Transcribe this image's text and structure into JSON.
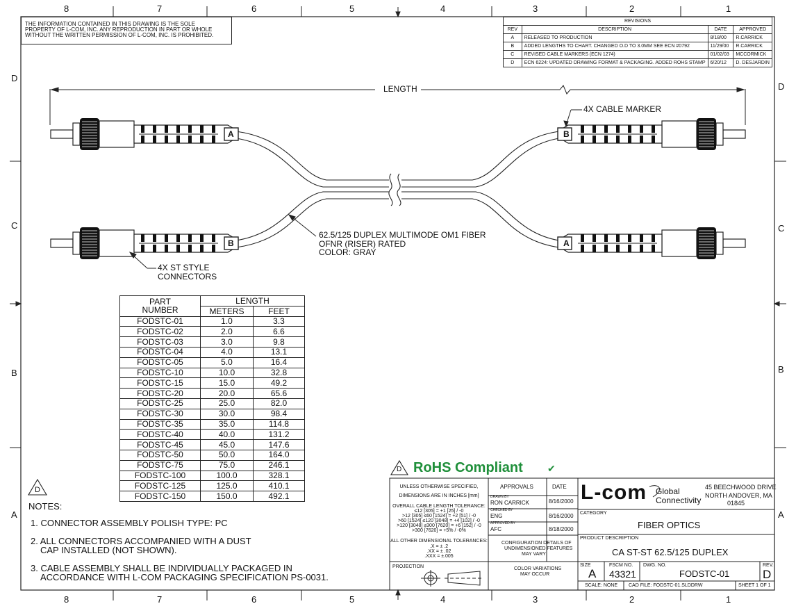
{
  "border": {
    "zones_top": [
      "8",
      "7",
      "6",
      "5",
      "4",
      "3",
      "2",
      "1"
    ],
    "zones_bottom": [
      "8",
      "7",
      "6",
      "5",
      "4",
      "3",
      "2",
      "1"
    ],
    "zones_left": [
      "D",
      "C",
      "B",
      "A"
    ],
    "zones_right": [
      "D",
      "C",
      "B",
      "A"
    ]
  },
  "proprietary_notice": [
    "THE INFORMATION CONTAINED IN THIS DRAWING IS THE SOLE",
    "PROPERTY OF L-COM, INC.  ANY REPRODUCTION IN PART OR WHOLE",
    "WITHOUT THE WRITTEN PERMISSION OF L-COM, INC. IS PROHIBITED."
  ],
  "revisions": {
    "title": "REVISIONS",
    "headers": [
      "REV",
      "DESCRIPTION",
      "DATE",
      "APPROVED"
    ],
    "rows": [
      {
        "rev": "A",
        "description": "RELEASED TO PRODUCTION",
        "date": "8/18/00",
        "approved": "R.CARRICK"
      },
      {
        "rev": "B",
        "description": "ADDED LENGTHS TO CHART.  CHANGED O.D TO 3.0MM SEE ECN #0792",
        "date": "11/29/00",
        "approved": "R.CARRICK"
      },
      {
        "rev": "C",
        "description": "REVISED CABLE MARKERS (ECN 1274)",
        "date": "01/02/03",
        "approved": "MCCORMICK"
      },
      {
        "rev": "D",
        "description": "ECN 6224: UPDATED DRAWING FORMAT & PACKAGING. ADDED ROHS STAMP",
        "date": "6/20/12",
        "approved": "D. DESJARDIN"
      }
    ]
  },
  "drawing": {
    "length_label": "LENGTH",
    "cable_marker_label": "4X CABLE MARKER",
    "marker_a": "A",
    "marker_b": "B",
    "fiber_note": [
      "62.5/125 DUPLEX MULTIMODE OM1 FIBER",
      "OFNR (RISER) RATED",
      "COLOR: GRAY"
    ],
    "connector_note": [
      "4X ST STYLE",
      "CONNECTORS"
    ]
  },
  "length_table": {
    "part_header": [
      "PART",
      "NUMBER"
    ],
    "length_header": "LENGTH",
    "meters_header": "METERS",
    "feet_header": "FEET",
    "rows": [
      [
        "FODSTC-01",
        "1.0",
        "3.3"
      ],
      [
        "FODSTC-02",
        "2.0",
        "6.6"
      ],
      [
        "FODSTC-03",
        "3.0",
        "9.8"
      ],
      [
        "FODSTC-04",
        "4.0",
        "13.1"
      ],
      [
        "FODSTC-05",
        "5.0",
        "16.4"
      ],
      [
        "FODSTC-10",
        "10.0",
        "32.8"
      ],
      [
        "FODSTC-15",
        "15.0",
        "49.2"
      ],
      [
        "FODSTC-20",
        "20.0",
        "65.6"
      ],
      [
        "FODSTC-25",
        "25.0",
        "82.0"
      ],
      [
        "FODSTC-30",
        "30.0",
        "98.4"
      ],
      [
        "FODSTC-35",
        "35.0",
        "114.8"
      ],
      [
        "FODSTC-40",
        "40.0",
        "131.2"
      ],
      [
        "FODSTC-45",
        "45.0",
        "147.6"
      ],
      [
        "FODSTC-50",
        "50.0",
        "164.0"
      ],
      [
        "FODSTC-75",
        "75.0",
        "246.1"
      ],
      [
        "FODSTC-100",
        "100.0",
        "328.1"
      ],
      [
        "FODSTC-125",
        "125.0",
        "410.1"
      ],
      [
        "FODSTC-150",
        "150.0",
        "492.1"
      ]
    ]
  },
  "notes": {
    "rev_flag": "D",
    "title": "NOTES:",
    "items": [
      [
        "1. CONNECTOR ASSEMBLY POLISH TYPE:  PC"
      ],
      [
        "2. ALL CONNECTORS ACCOMPANIED WITH  A DUST",
        "CAP INSTALLED (NOT SHOWN)."
      ],
      [
        "3. CABLE ASSEMBLY SHALL BE INDIVIDUALLY PACKAGED IN",
        "ACCORDANCE WITH L-COM PACKAGING SPECIFICATION PS-0031."
      ]
    ]
  },
  "rohs": {
    "flag": "D",
    "text": "RoHS Compliant",
    "check": "✔"
  },
  "title_block": {
    "tolerance": [
      "UNLESS OTHERWISE SPECIFIED,",
      "DIMENSIONS ARE IN INCHES [mm]",
      "OVERALL CABLE LENGTH TOLERANCE:",
      "≤12 [305] = +1 [25] / -0",
      ">12 [305] ≤60 [1524] = +2 [51] / -0",
      ">60 [1524] ≤120 [3048] = +4 [102] / -0",
      ">120 [3048] ≤300 [7620] = +6 [152] / -0",
      ">300 [7620] = +5% / -0%",
      "ALL OTHER DIMENSIONAL TOLERANCES:",
      ".X = ± .2",
      ".XX = ± .02",
      ".XXX = ±.005"
    ],
    "projection_label": "PROJECTION",
    "approvals_header": "APPROVALS",
    "date_header": "DATE",
    "drawn_by_label": "DRAWN BY",
    "drawn_by": "RON CARRICK",
    "drawn_date": "8/16/2000",
    "checked_by_label": "CHECKED BY",
    "checked_by": "ENG",
    "checked_date": "8/16/2000",
    "approved_by_label": "APPROVED BY",
    "approved_by": "AFC",
    "approved_date": "8/18/2000",
    "config_note": [
      "CONFIGURATION DETAILS OF",
      "UNDIMENSIONED FEATURES",
      "MAY VARY"
    ],
    "color_note": [
      "COLOR VARIATIONS",
      "MAY OCCUR"
    ],
    "logo_text": "L-com",
    "logo_tag": [
      "Global",
      "Connectivity"
    ],
    "address": [
      "45 BEECHWOOD DRIVE",
      "NORTH ANDOVER, MA",
      "01845"
    ],
    "category_label": "CATEGORY",
    "category": "FIBER OPTICS",
    "product_desc_label": "PRODUCT DESCRIPTION",
    "product_desc": "CA ST-ST 62.5/125 DUPLEX",
    "size_label": "SIZE",
    "size": "A",
    "fscm_label": "FSCM NO.",
    "fscm": "43321",
    "dwg_label": "DWG. NO.",
    "dwg": "FODSTC-01",
    "rev_label": "REV.",
    "rev": "D",
    "scale": "SCALE:  NONE",
    "cad_file": "CAD FILE:  FODSTC-01.SLDDRW",
    "sheet": "SHEET  1  OF  1"
  }
}
